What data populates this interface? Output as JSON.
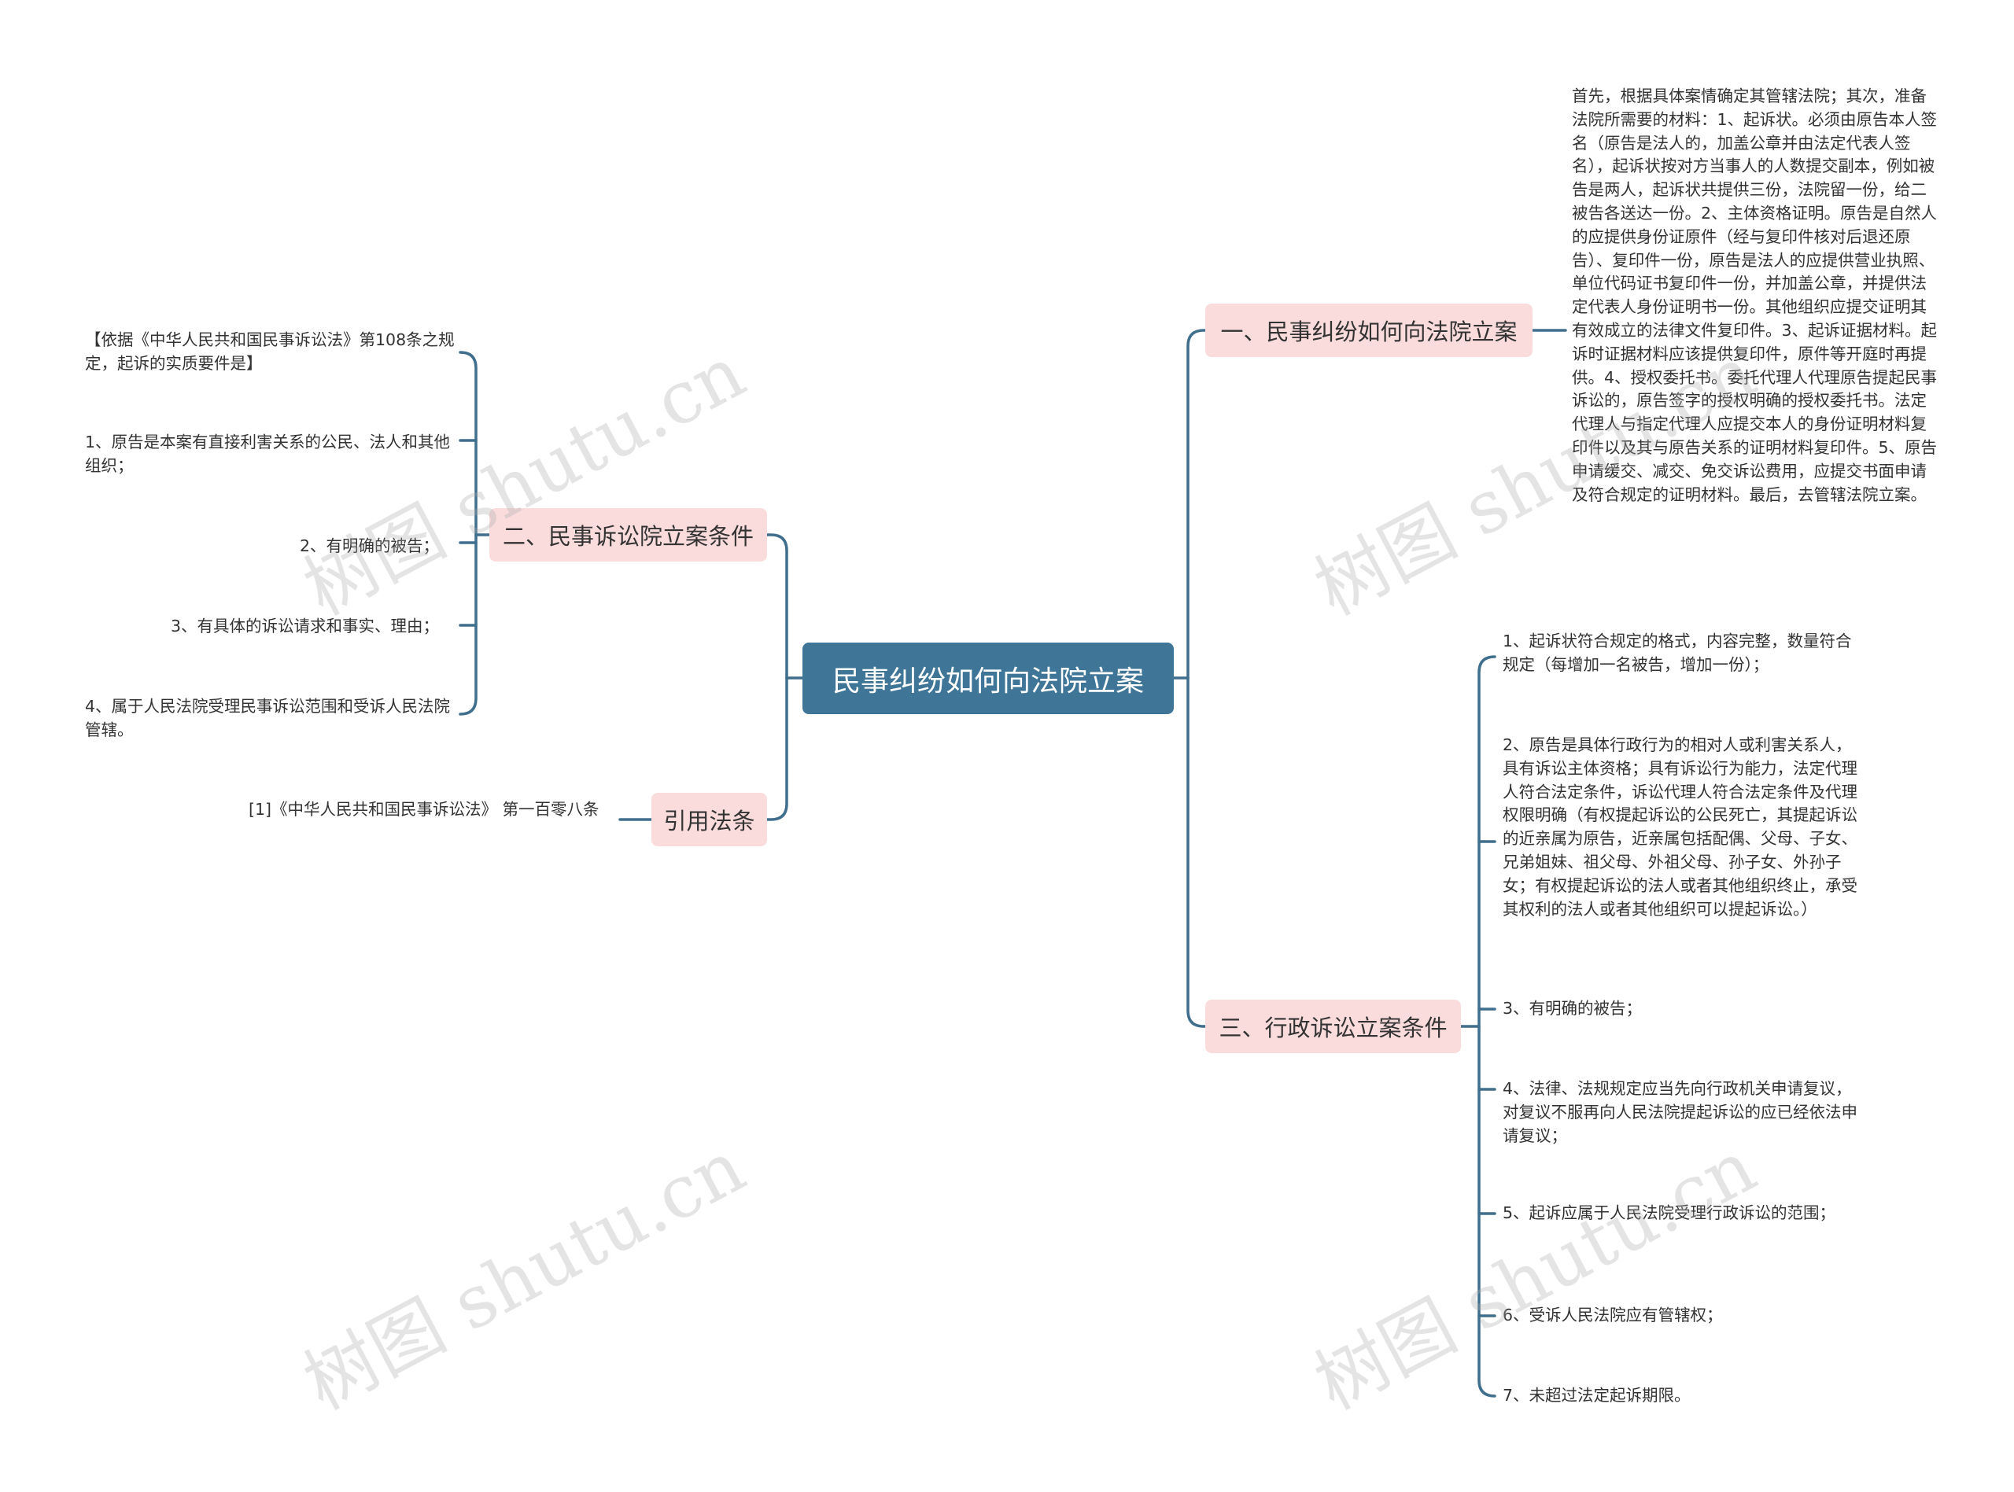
{
  "root": {
    "label": "民事纠纷如何向法院立案"
  },
  "branches": {
    "b1": {
      "label": "一、民事纠纷如何向法院立案"
    },
    "b2": {
      "label": "二、民事诉讼院立案条件"
    },
    "b3": {
      "label": "引用法条"
    },
    "b4": {
      "label": "三、行政诉讼立案条件"
    }
  },
  "leaves": {
    "b1_text": "首先，根据具体案情确定其管辖法院；其次，准备法院所需要的材料：1、起诉状。必须由原告本人签名（原告是法人的，加盖公章并由法定代表人签名），起诉状按对方当事人的人数提交副本，例如被告是两人，起诉状共提供三份，法院留一份，给二被告各送达一份。2、主体资格证明。原告是自然人的应提供身份证原件（经与复印件核对后退还原告）、复印件一份，原告是法人的应提供营业执照、单位代码证书复印件一份，并加盖公章，并提供法定代表人身份证明书一份。其他组织应提交证明其有效成立的法律文件复印件。3、起诉证据材料。起诉时证据材料应该提供复印件，原件等开庭时再提供。4、授权委托书。委托代理人代理原告提起民事诉讼的，原告签字的授权明确的授权委托书。法定代理人与指定代理人应提交本人的身份证明材料复印件以及其与原告关系的证明材料复印件。5、原告申请缓交、减交、免交诉讼费用，应提交书面申请及符合规定的证明材料。最后，去管辖法院立案。",
    "b2_items": [
      "【依据《中华人民共和国民事诉讼法》第108条之规定，起诉的实质要件是】",
      "1、原告是本案有直接利害关系的公民、法人和其他组织；",
      "2、有明确的被告；",
      "3、有具体的诉讼请求和事实、理由；",
      "4、属于人民法院受理民事诉讼范围和受诉人民法院管辖。"
    ],
    "b3_text": "[1]《中华人民共和国民事诉讼法》 第一百零八条",
    "b4_items": [
      "1、起诉状符合规定的格式，内容完整，数量符合规定（每增加一名被告，增加一份）；",
      "2、原告是具体行政行为的相对人或利害关系人，具有诉讼主体资格；具有诉讼行为能力，法定代理人符合法定条件，诉讼代理人符合法定条件及代理权限明确（有权提起诉讼的公民死亡，其提起诉讼的近亲属为原告，近亲属包括配偶、父母、子女、兄弟姐妹、祖父母、外祖父母、孙子女、外孙子女；有权提起诉讼的法人或者其他组织终止，承受其权利的法人或者其他组织可以提起诉讼。）",
      "3、有明确的被告；",
      "4、法律、法规规定应当先向行政机关申请复议，对复议不服再向人民法院提起诉讼的应已经依法申请复议；",
      "5、起诉应属于人民法院受理行政诉讼的范围；",
      "6、受诉人民法院应有管辖权；",
      "7、未超过法定起诉期限。"
    ]
  },
  "watermark": {
    "text": "树图 shutu.cn"
  },
  "colors": {
    "root_fill": "#3f7596",
    "branch_fill": "#fadcdc",
    "connector": "#3f6f8d"
  }
}
